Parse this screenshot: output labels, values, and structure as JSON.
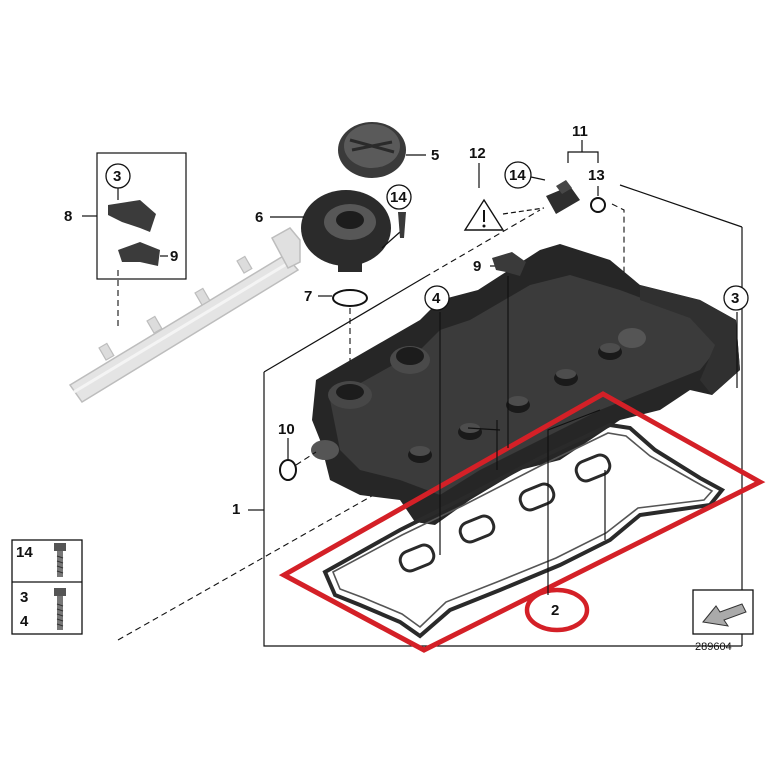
{
  "callouts": {
    "p1": "1",
    "p2": "2",
    "p3_box": "3",
    "p3_right": "3",
    "p3_legend": "3",
    "p4": "4",
    "p4_legend": "4",
    "p5": "5",
    "p6": "6",
    "p7": "7",
    "p8": "8",
    "p9_box": "9",
    "p9_main": "9",
    "p10": "10",
    "p11": "11",
    "p12": "12",
    "p13": "13",
    "p14_sensor": "14",
    "p14_cap": "14",
    "p14_legend": "14"
  },
  "diagram_number": "289604",
  "colors": {
    "highlight": "#d42027",
    "line": "#111111",
    "part_dark": "#2b2b2b",
    "part_mid": "#4a4a4a",
    "rail": "#e2e2e2"
  },
  "icons": [
    "arrow-icon",
    "warning-triangle-icon"
  ]
}
